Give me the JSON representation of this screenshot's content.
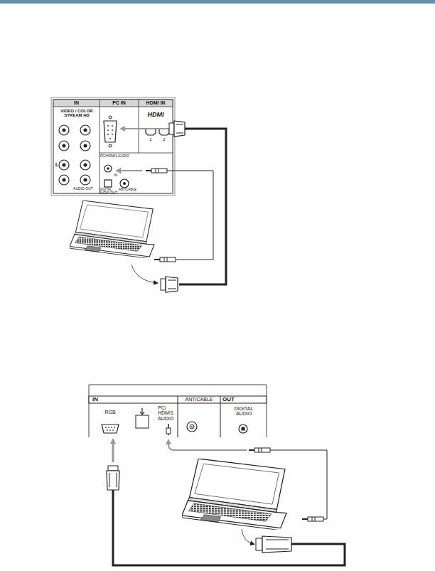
{
  "diagram": {
    "nodes": [
      {
        "text": [
          "IN",
          "VIDEO / COLOR STREAM HD",
          "L",
          "AUDIO OUT"
        ]
      },
      {
        "text": [
          "PC IN",
          "PC/HDMI1 AUDIO",
          "IN",
          "DIGITAL AUDIO OUT",
          "ANT/CABLE"
        ]
      },
      {
        "text": [
          "HDMI IN",
          "HDMI",
          "1",
          "2"
        ]
      },
      {
        "text": [
          "IN",
          "RGB",
          "PC/ HDMI1 AUDIO"
        ]
      },
      {
        "text": [
          "ANT/CABLE"
        ]
      },
      {
        "text": [
          "OUT",
          "DIGITAL AUDIO"
        ]
      }
    ]
  }
}
